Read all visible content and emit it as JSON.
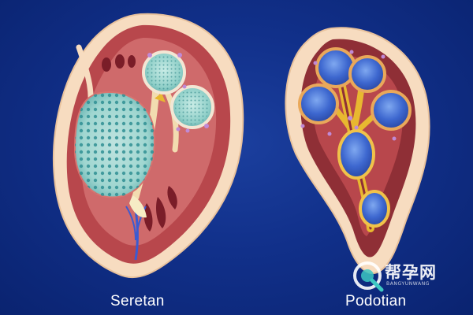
{
  "labels": {
    "left": "Seretan",
    "right": "Podotian"
  },
  "watermark": {
    "text": "帮孕网",
    "subtext": "BANGYUNWANG"
  },
  "colors": {
    "background": "#11308a",
    "outer_membrane": "#f7dcc0",
    "tissue": "#b8474c",
    "follicle_teal": "#9fd6d0",
    "follicle_blue": "#3f6fd6",
    "duct_yellow": "#e8b830"
  }
}
